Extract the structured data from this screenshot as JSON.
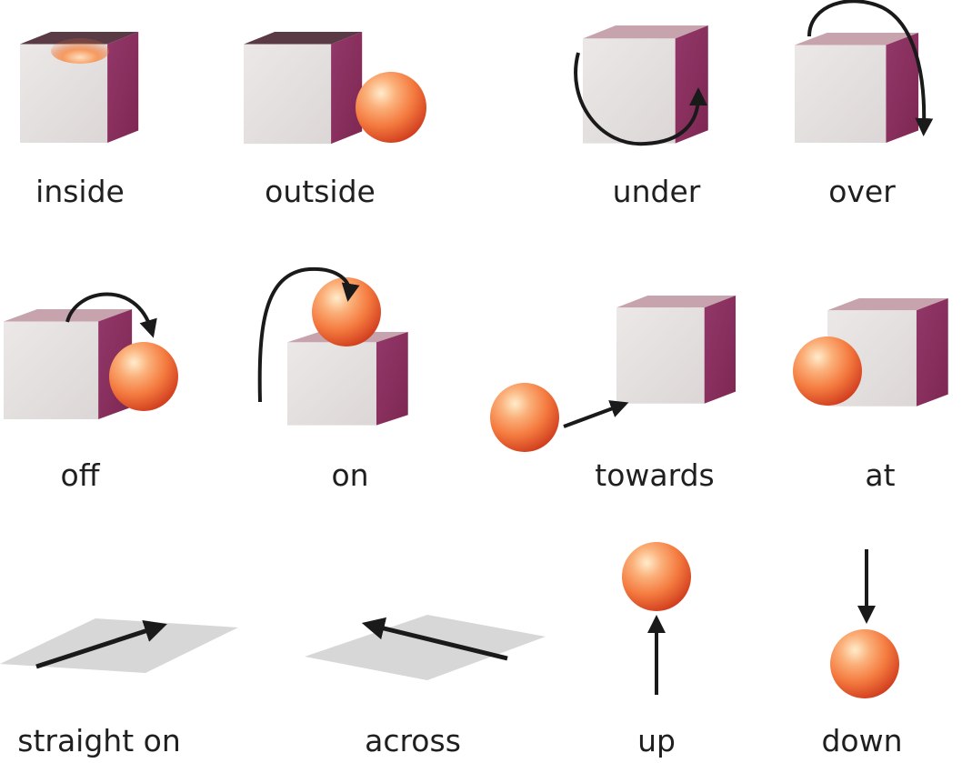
{
  "labels": {
    "inside": "inside",
    "outside": "outside",
    "under": "under",
    "over": "over",
    "off": "off",
    "on": "on",
    "towards": "towards",
    "at": "at",
    "straight_on": "straight on",
    "across": "across",
    "up": "up",
    "down": "down"
  },
  "colors": {
    "cube_top": "#c7a3ae",
    "cube_front": "#e6e2e1",
    "cube_side": "#8b2f5e",
    "ball_highlight": "#ffe9c8",
    "ball_mid": "#f8874a",
    "ball_edge": "#d8401f",
    "plane": "#d7d7d7",
    "arrow": "#1a1a1a",
    "text": "#1f1f1f"
  },
  "icons": [
    "cube-icon",
    "ball-icon",
    "arrow-icon",
    "plane-icon"
  ]
}
